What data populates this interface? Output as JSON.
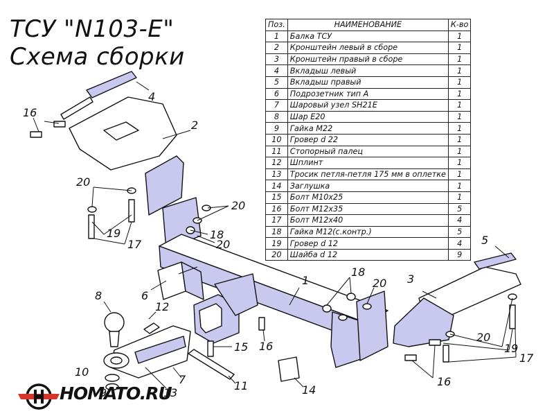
{
  "title_line1": "ТСУ \"N103-E\"",
  "title_line2": "Схема сборки",
  "table": {
    "headers": [
      "Поз.",
      "НАИМЕНОВАНИЕ",
      "К-во"
    ],
    "rows": [
      {
        "pos": "1",
        "name": "Балка ТСУ",
        "qty": "1"
      },
      {
        "pos": "2",
        "name": "Кронштейн левый в сборе",
        "qty": "1"
      },
      {
        "pos": "3",
        "name": "Кронштейн правый в сборе",
        "qty": "1"
      },
      {
        "pos": "4",
        "name": "Вкладыш левый",
        "qty": "1"
      },
      {
        "pos": "5",
        "name": "Вкладыш правый",
        "qty": "1"
      },
      {
        "pos": "6",
        "name": "Подрозетник тип А",
        "qty": "1"
      },
      {
        "pos": "7",
        "name": "Шаровый узел SH21E",
        "qty": "1"
      },
      {
        "pos": "8",
        "name": "Шар E20",
        "qty": "1"
      },
      {
        "pos": "9",
        "name": "Гайка М22",
        "qty": "1"
      },
      {
        "pos": "10",
        "name": "Гровер d 22",
        "qty": "1"
      },
      {
        "pos": "11",
        "name": "Стопорный палец",
        "qty": "1"
      },
      {
        "pos": "12",
        "name": "Шплинт",
        "qty": "1"
      },
      {
        "pos": "13",
        "name": "Тросик петля-петля 175 мм в оплетке",
        "qty": "1"
      },
      {
        "pos": "14",
        "name": "Заглушка",
        "qty": "1"
      },
      {
        "pos": "15",
        "name": "Болт М10х25",
        "qty": "1"
      },
      {
        "pos": "16",
        "name": "Болт М12х35",
        "qty": "5"
      },
      {
        "pos": "17",
        "name": "Болт М12х40",
        "qty": "4"
      },
      {
        "pos": "18",
        "name": "Гайка М12(с.контр.)",
        "qty": "5"
      },
      {
        "pos": "19",
        "name": "Гровер d 12",
        "qty": "4"
      },
      {
        "pos": "20",
        "name": "Шайба d 12",
        "qty": "9"
      }
    ]
  },
  "callouts": [
    "1",
    "2",
    "3",
    "4",
    "5",
    "6",
    "7",
    "8",
    "9",
    "10",
    "11",
    "12",
    "13",
    "14",
    "15",
    "16",
    "17",
    "18",
    "19",
    "20"
  ],
  "logo": {
    "text": "HOMATO.RU"
  },
  "colors": {
    "part_fill": "#c9c9f0",
    "part_fill_dark": "#a9a9dc",
    "line": "#111111",
    "logo_red": "#d8352a"
  }
}
